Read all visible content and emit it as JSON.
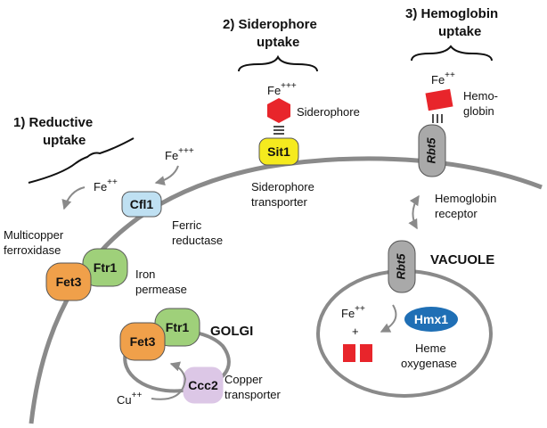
{
  "sections": {
    "reductive": {
      "title_line1": "1) Reductive",
      "title_line2": "uptake"
    },
    "siderophore": {
      "title_line1": "2) Siderophore",
      "title_line2": "uptake"
    },
    "hemoglobin": {
      "title_line1": "3) Hemoglobin",
      "title_line2": "uptake"
    }
  },
  "iron": {
    "fe3_base": "Fe",
    "fe3_charge": "+++",
    "fe2_base": "Fe",
    "fe2_charge": "++"
  },
  "copper": {
    "base": "Cu",
    "charge": "++"
  },
  "proteins": {
    "cfl1": "Cfl1",
    "ftr1": "Ftr1",
    "fet3": "Fet3",
    "sit1": "Sit1",
    "rbt5": "Rbt5",
    "ccc2": "Ccc2",
    "hmx1": "Hmx1"
  },
  "labels": {
    "siderophore": "Siderophore",
    "siderophore_transporter_1": "Siderophore",
    "siderophore_transporter_2": "transporter",
    "ferric_reductase_1": "Ferric",
    "ferric_reductase_2": "reductase",
    "multicopper_1": "Multicopper",
    "multicopper_2": "ferroxidase",
    "iron_permease_1": "Iron",
    "iron_permease_2": "permease",
    "hemoglobin_1": "Hemo-",
    "hemoglobin_2": "globin",
    "hemoglobin_receptor_1": "Hemoglobin",
    "hemoglobin_receptor_2": "receptor",
    "golgi": "GOLGI",
    "vacuole": "VACUOLE",
    "copper_transporter_1": "Copper",
    "copper_transporter_2": "transporter",
    "heme_oxygenase_1": "Heme",
    "heme_oxygenase_2": "oxygenase",
    "plus": "+"
  },
  "colors": {
    "membrane": "#8a8a8a",
    "cfl1_fill": "#bfe0f2",
    "ftr1_fill": "#9fd07a",
    "fet3_fill": "#f0a04a",
    "sit1_fill": "#f5ea1e",
    "rbt5_fill": "#a9a9a9",
    "ccc2_fill": "#dcc7e6",
    "hmx1_fill": "#1f6fb5",
    "siderophore": "#e8252b",
    "hemoglobin": "#e8252b"
  }
}
